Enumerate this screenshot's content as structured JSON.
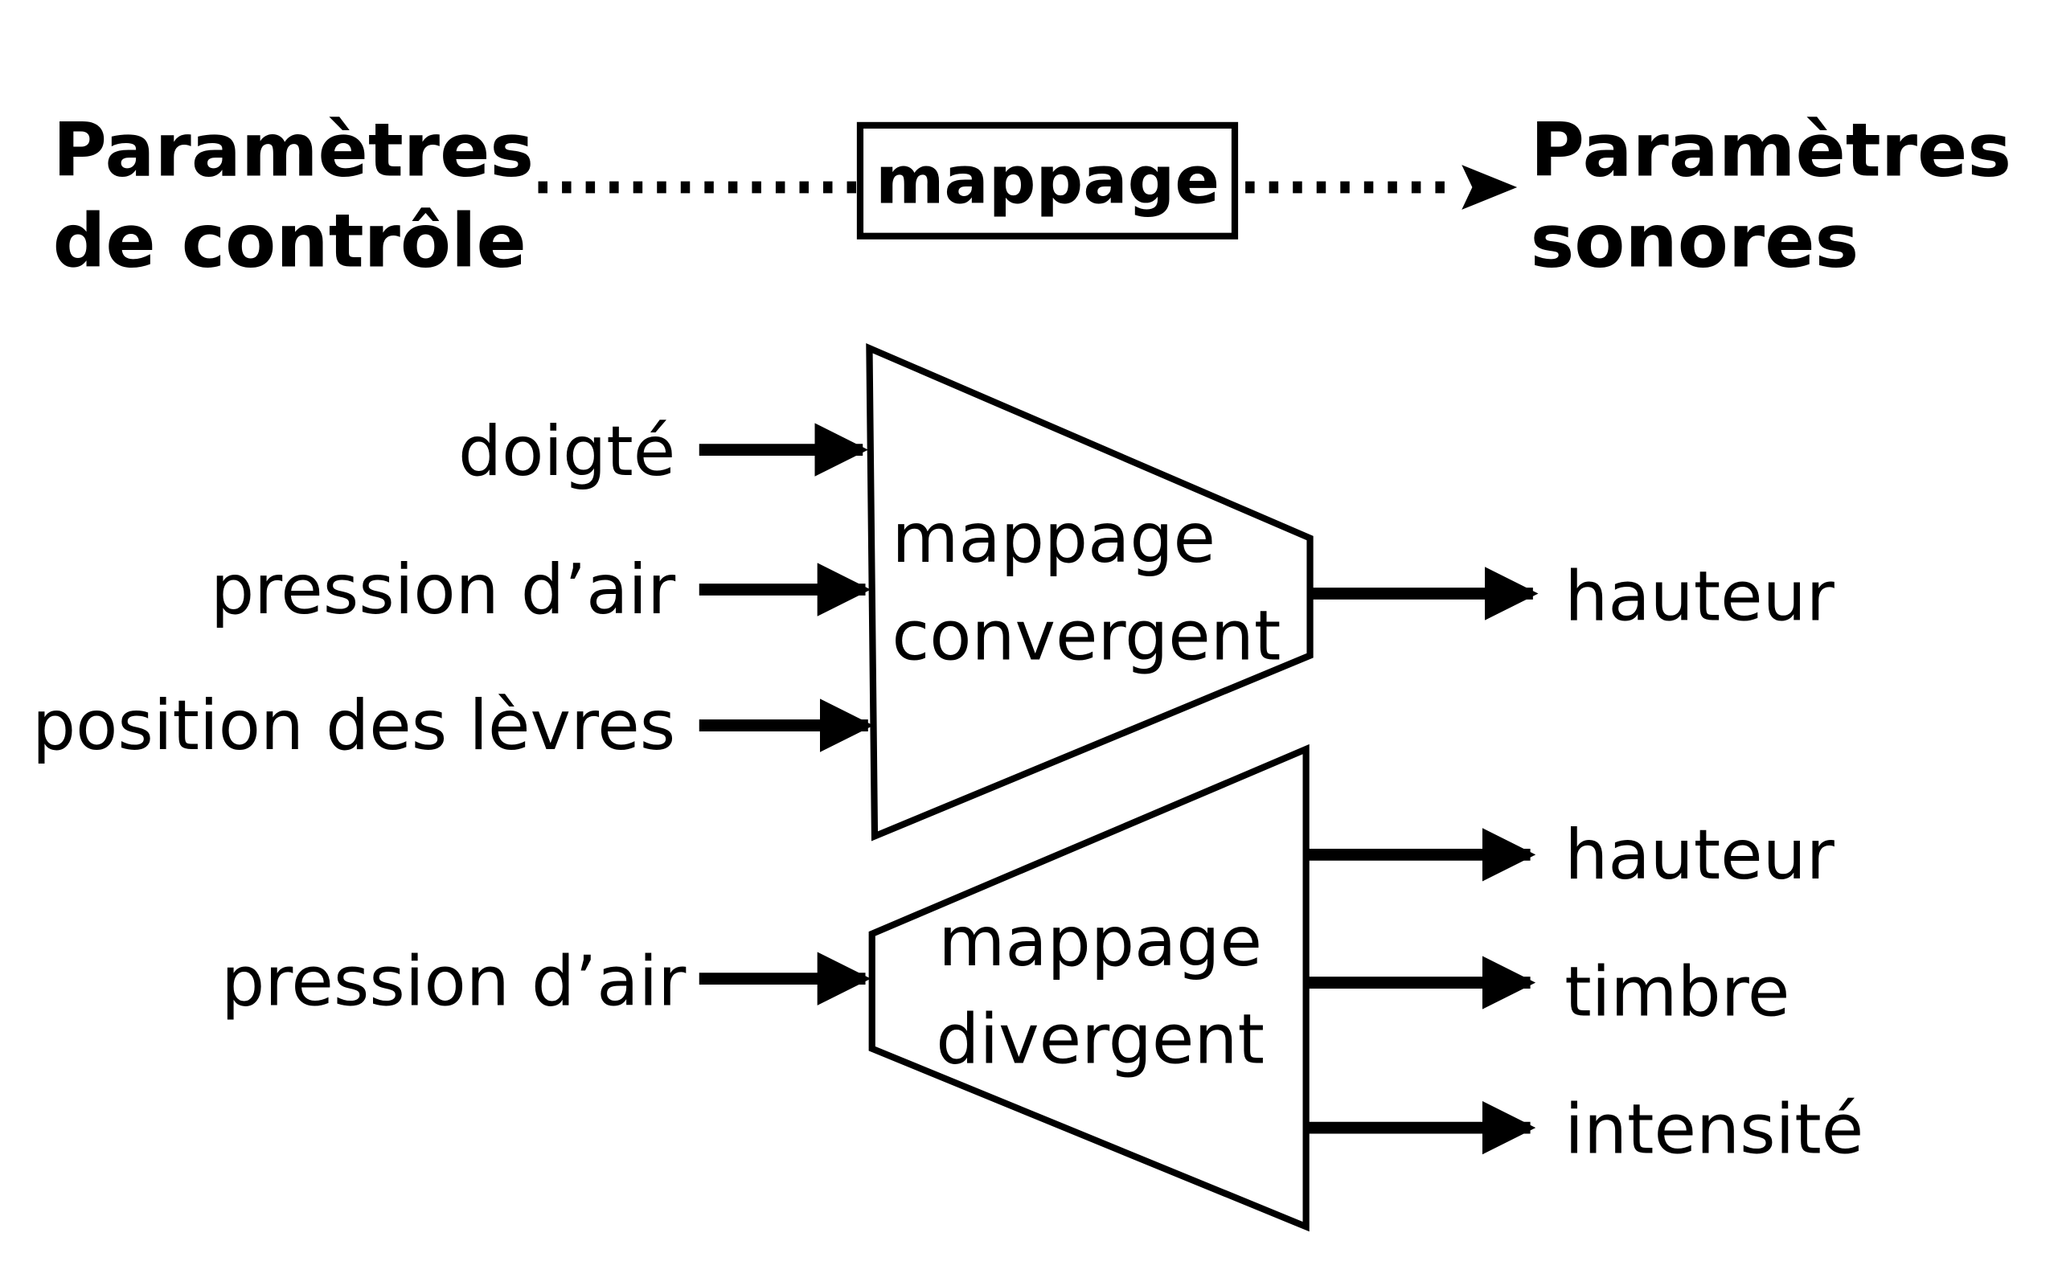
{
  "header": {
    "left_label_line1": "Paramètres",
    "left_label_line2": "de contrôle",
    "center_label": "mappage",
    "right_label_line1": "Paramètres",
    "right_label_line2": "sonores"
  },
  "convergent": {
    "label_line1": "mappage",
    "label_line2": "convergent",
    "inputs": [
      "doigté",
      "pression d’air",
      "position des lèvres"
    ],
    "output": "hauteur"
  },
  "divergent": {
    "label_line1": "mappage",
    "label_line2": "divergent",
    "input": "pression d’air",
    "outputs": [
      "hauteur",
      "timbre",
      "intensité"
    ]
  },
  "colors": {
    "ink": "#000000",
    "background": "#ffffff"
  }
}
